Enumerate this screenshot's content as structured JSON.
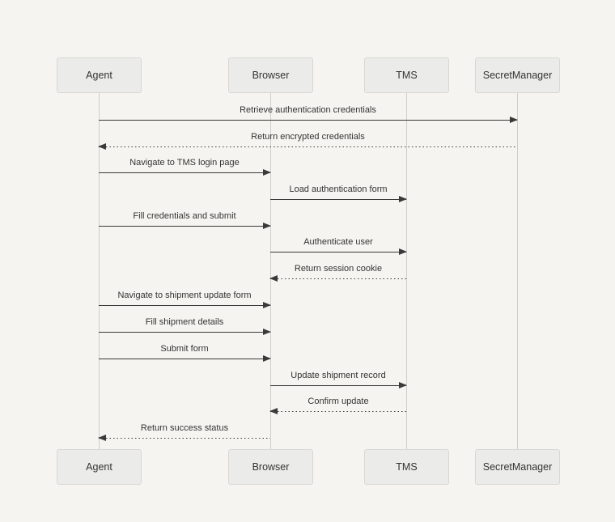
{
  "diagram": {
    "type": "sequence",
    "participants": [
      {
        "id": "agent",
        "name": "Agent"
      },
      {
        "id": "browser",
        "name": "Browser"
      },
      {
        "id": "tms",
        "name": "TMS"
      },
      {
        "id": "secretmanager",
        "name": "SecretManager"
      }
    ],
    "messages": [
      {
        "from": "Agent",
        "to": "SecretManager",
        "label": "Retrieve authentication credentials",
        "style": "solid"
      },
      {
        "from": "SecretManager",
        "to": "Agent",
        "label": "Return encrypted credentials",
        "style": "dashed"
      },
      {
        "from": "Agent",
        "to": "Browser",
        "label": "Navigate to TMS login page",
        "style": "solid"
      },
      {
        "from": "Browser",
        "to": "TMS",
        "label": "Load authentication form",
        "style": "solid"
      },
      {
        "from": "Agent",
        "to": "Browser",
        "label": "Fill credentials and submit",
        "style": "solid"
      },
      {
        "from": "Browser",
        "to": "TMS",
        "label": "Authenticate user",
        "style": "solid"
      },
      {
        "from": "TMS",
        "to": "Browser",
        "label": "Return session cookie",
        "style": "dashed"
      },
      {
        "from": "Agent",
        "to": "Browser",
        "label": "Navigate to shipment update form",
        "style": "solid"
      },
      {
        "from": "Agent",
        "to": "Browser",
        "label": "Fill shipment details",
        "style": "solid"
      },
      {
        "from": "Agent",
        "to": "Browser",
        "label": "Submit form",
        "style": "solid"
      },
      {
        "from": "Browser",
        "to": "TMS",
        "label": "Update shipment record",
        "style": "solid"
      },
      {
        "from": "TMS",
        "to": "Browser",
        "label": "Confirm update",
        "style": "dashed"
      },
      {
        "from": "Browser",
        "to": "Agent",
        "label": "Return success status",
        "style": "dashed"
      }
    ],
    "colors": {
      "background": "#f5f4f0",
      "box_fill": "#ebebe9",
      "box_border": "#d8d7d3",
      "lifeline": "#cfcec9",
      "arrow": "#3a3a3a",
      "text": "#333333"
    }
  }
}
